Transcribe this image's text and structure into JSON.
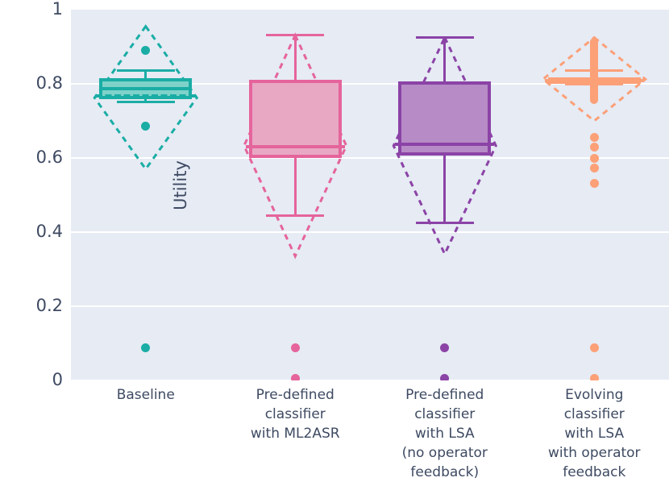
{
  "chart_data": {
    "type": "box",
    "title": "",
    "xlabel": "",
    "ylabel": "Utility",
    "ylim": [
      0,
      1
    ],
    "yticks": [
      0,
      0.2,
      0.4,
      0.6,
      0.8,
      1
    ],
    "ytick_labels": [
      "0",
      "0.2",
      "0.4",
      "0.6",
      "0.8",
      "1"
    ],
    "grid": true,
    "legend": "none",
    "categories": [
      "Baseline",
      "Pre-defined classifier with ML2ASR",
      "Pre-defined classifier with LSA (no operator feedback)",
      "Evolving classifier with LSA with operator feedback"
    ],
    "category_lines": [
      [
        "Baseline"
      ],
      [
        "Pre-defined",
        "classifier",
        "with ML2ASR"
      ],
      [
        "Pre-defined",
        "classifier",
        "with LSA",
        "(no operator",
        "feedback)"
      ],
      [
        "Evolving",
        "classifier",
        "with LSA",
        "with operator",
        "feedback"
      ]
    ],
    "colors": [
      "#1aada5",
      "#e5649b",
      "#8b43a6",
      "#fca078"
    ],
    "fill_colors": [
      "#7ed2ca",
      "#e8a8c4",
      "#b68bc6",
      "#fca078"
    ],
    "series": [
      {
        "name": "Baseline",
        "color": "#1aada5",
        "fill": "#7ed2ca",
        "q1": 0.758,
        "q3": 0.815,
        "median": 0.787,
        "mean": 0.768,
        "whisker_low": 0.752,
        "whisker_high": 0.836,
        "diamond_top": 0.955,
        "diamond_bottom": 0.57,
        "outliers": [
          0.89,
          0.685,
          0.088
        ]
      },
      {
        "name": "Pre-defined classifier with ML2ASR",
        "color": "#e5649b",
        "fill": "#e8a8c4",
        "q1": 0.601,
        "q3": 0.811,
        "median": 0.63,
        "mean": 0.63,
        "whisker_low": 0.444,
        "whisker_high": 0.931,
        "diamond_top": 0.931,
        "diamond_bottom": 0.335,
        "outliers": [
          0.088,
          0.006
        ]
      },
      {
        "name": "Pre-defined classifier with LSA (no operator feedback)",
        "color": "#8b43a6",
        "fill": "#b68bc6",
        "q1": 0.606,
        "q3": 0.806,
        "median": 0.637,
        "mean": 0.637,
        "whisker_low": 0.424,
        "whisker_high": 0.925,
        "diamond_top": 0.925,
        "diamond_bottom": 0.341,
        "outliers": [
          0.088,
          0.006
        ]
      },
      {
        "name": "Evolving classifier with LSA with operator feedback",
        "color": "#fca078",
        "fill": "#fca078",
        "q1": 0.804,
        "q3": 0.817,
        "median": 0.812,
        "mean": 0.808,
        "whisker_low": 0.8,
        "whisker_high": 0.835,
        "diamond_top": 0.925,
        "diamond_bottom": 0.7,
        "outliers": [
          0.655,
          0.63,
          0.6,
          0.572,
          0.532,
          0.088,
          0.006
        ],
        "stack_top": 0.925,
        "stack_bottom": 0.745
      }
    ]
  }
}
